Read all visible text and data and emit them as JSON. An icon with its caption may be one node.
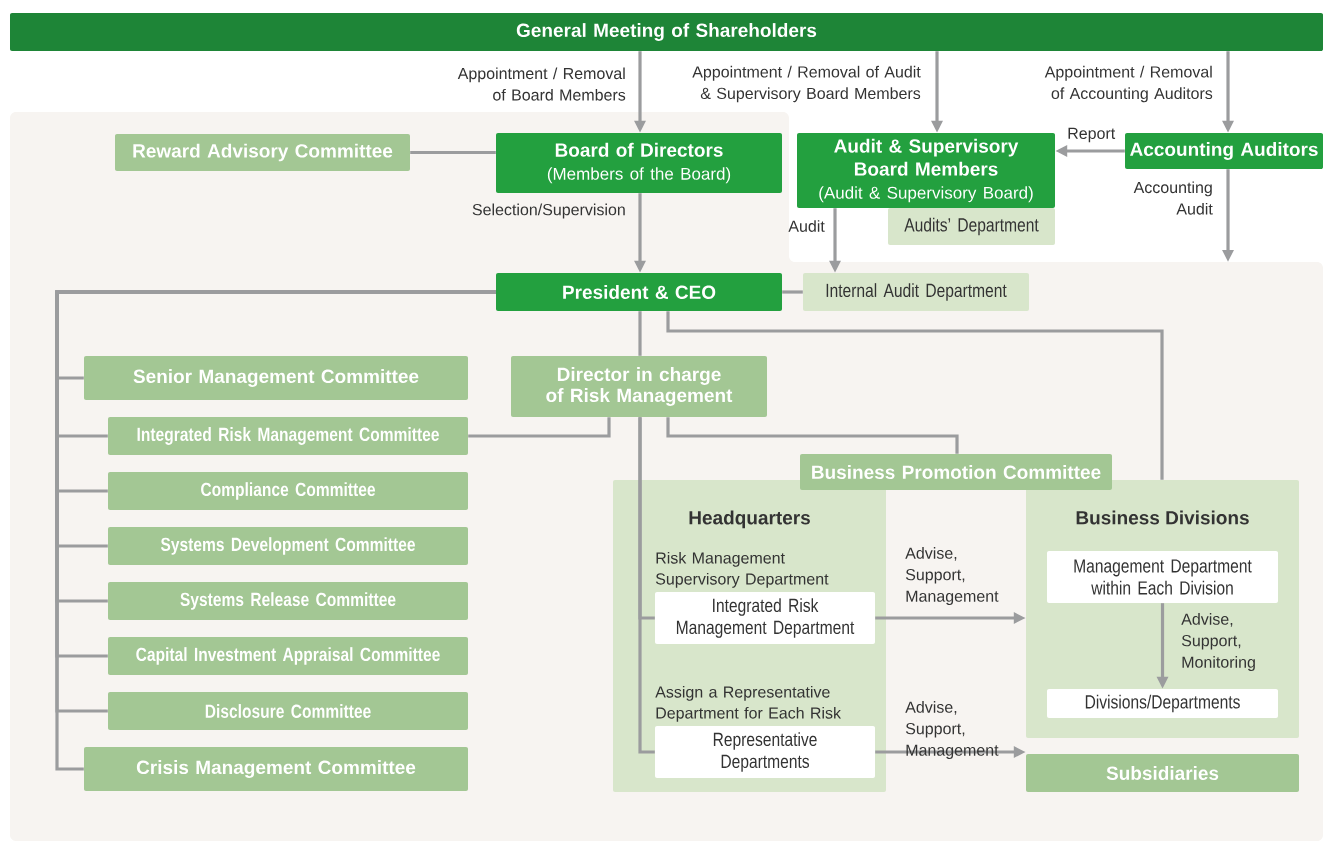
{
  "diagram": {
    "nodes": [
      {
        "text": [
          "General Meeting of Shareholders"
        ]
      },
      {
        "text": [
          "Board of Directors",
          "(Members of the Board)"
        ]
      },
      {
        "text": [
          "Audit & Supervisory Board Members",
          "(Audit & Supervisory Board)"
        ]
      },
      {
        "text": [
          "Accounting Auditors"
        ]
      },
      {
        "text": [
          "Reward Advisory Committee"
        ]
      },
      {
        "text": [
          "Audits’ Department"
        ]
      },
      {
        "text": [
          "President & CEO"
        ]
      },
      {
        "text": [
          "Internal Audit Department"
        ]
      },
      {
        "text": [
          "Director in charge of Risk Management"
        ]
      },
      {
        "text": [
          "Senior Management Committee"
        ]
      },
      {
        "text": [
          "Integrated Risk Management Committee"
        ]
      },
      {
        "text": [
          "Compliance Committee"
        ]
      },
      {
        "text": [
          "Systems Development Committee"
        ]
      },
      {
        "text": [
          "Systems Release Committee"
        ]
      },
      {
        "text": [
          "Capital Investment Appraisal Committee"
        ]
      },
      {
        "text": [
          "Disclosure Committee"
        ]
      },
      {
        "text": [
          "Crisis Management Committee"
        ]
      },
      {
        "text": [
          "Business Promotion Committee"
        ]
      },
      {
        "text": [
          "Headquarters"
        ]
      },
      {
        "text": [
          "Integrated Risk Management Department"
        ],
        "in": 18,
        "beside": [
          "Risk Management Supervisory Department"
        ]
      },
      {
        "text": [
          "Representative Departments"
        ],
        "in": 18,
        "beside": [
          "Assign a Representative Department for Each Risk"
        ]
      },
      {
        "text": [
          "Business Divisions"
        ]
      },
      {
        "text": [
          "Management Department within Each Division"
        ],
        "in": 21
      },
      {
        "text": [
          "Divisions/Departments"
        ],
        "in": 21
      },
      {
        "text": [
          "Subsidiaries"
        ]
      }
    ],
    "edges": [
      {
        "from": 0,
        "to": 1,
        "arrow": "to",
        "label": "Appointment / Removal of Board Members"
      },
      {
        "from": 0,
        "to": 2,
        "arrow": "to",
        "label": "Appointment / Removal of Audit & Supervisory Board Members"
      },
      {
        "from": 0,
        "to": 3,
        "arrow": "to",
        "label": "Appointment / Removal of Accounting Auditors"
      },
      {
        "from": 3,
        "to": 2,
        "arrow": "to",
        "label": "Report"
      },
      {
        "from": 4,
        "to": 1,
        "arrow": "none"
      },
      {
        "from": 1,
        "to": 6,
        "arrow": "to",
        "label": "Selection/Supervision"
      },
      {
        "from": 2,
        "to": 7,
        "arrow": "to",
        "label": "Audit"
      },
      {
        "from": 3,
        "to": null,
        "arrow": "to",
        "label": "Accounting Audit"
      },
      {
        "from": 6,
        "to": 7,
        "arrow": "none"
      },
      {
        "from": 6,
        "to": 9,
        "arrow": "none"
      },
      {
        "from": 6,
        "to": 10,
        "arrow": "none"
      },
      {
        "from": 6,
        "to": 11,
        "arrow": "none"
      },
      {
        "from": 6,
        "to": 12,
        "arrow": "none"
      },
      {
        "from": 6,
        "to": 13,
        "arrow": "none"
      },
      {
        "from": 6,
        "to": 14,
        "arrow": "none"
      },
      {
        "from": 6,
        "to": 15,
        "arrow": "none"
      },
      {
        "from": 6,
        "to": 16,
        "arrow": "none"
      },
      {
        "from": 6,
        "to": 8,
        "arrow": "none"
      },
      {
        "from": 6,
        "to": 21,
        "arrow": "none"
      },
      {
        "from": 8,
        "to": 10,
        "arrow": "none"
      },
      {
        "from": 8,
        "to": 17,
        "arrow": "none"
      },
      {
        "from": 8,
        "to": 19,
        "arrow": "none"
      },
      {
        "from": 8,
        "to": 20,
        "arrow": "none"
      },
      {
        "from": 19,
        "to": 21,
        "arrow": "to",
        "label": "Advise, Support, Management"
      },
      {
        "from": 20,
        "to": 24,
        "arrow": "to",
        "label": "Advise, Support, Management"
      },
      {
        "from": 22,
        "to": 23,
        "arrow": "to",
        "label": "Advise, Support, Monitoring"
      }
    ]
  }
}
